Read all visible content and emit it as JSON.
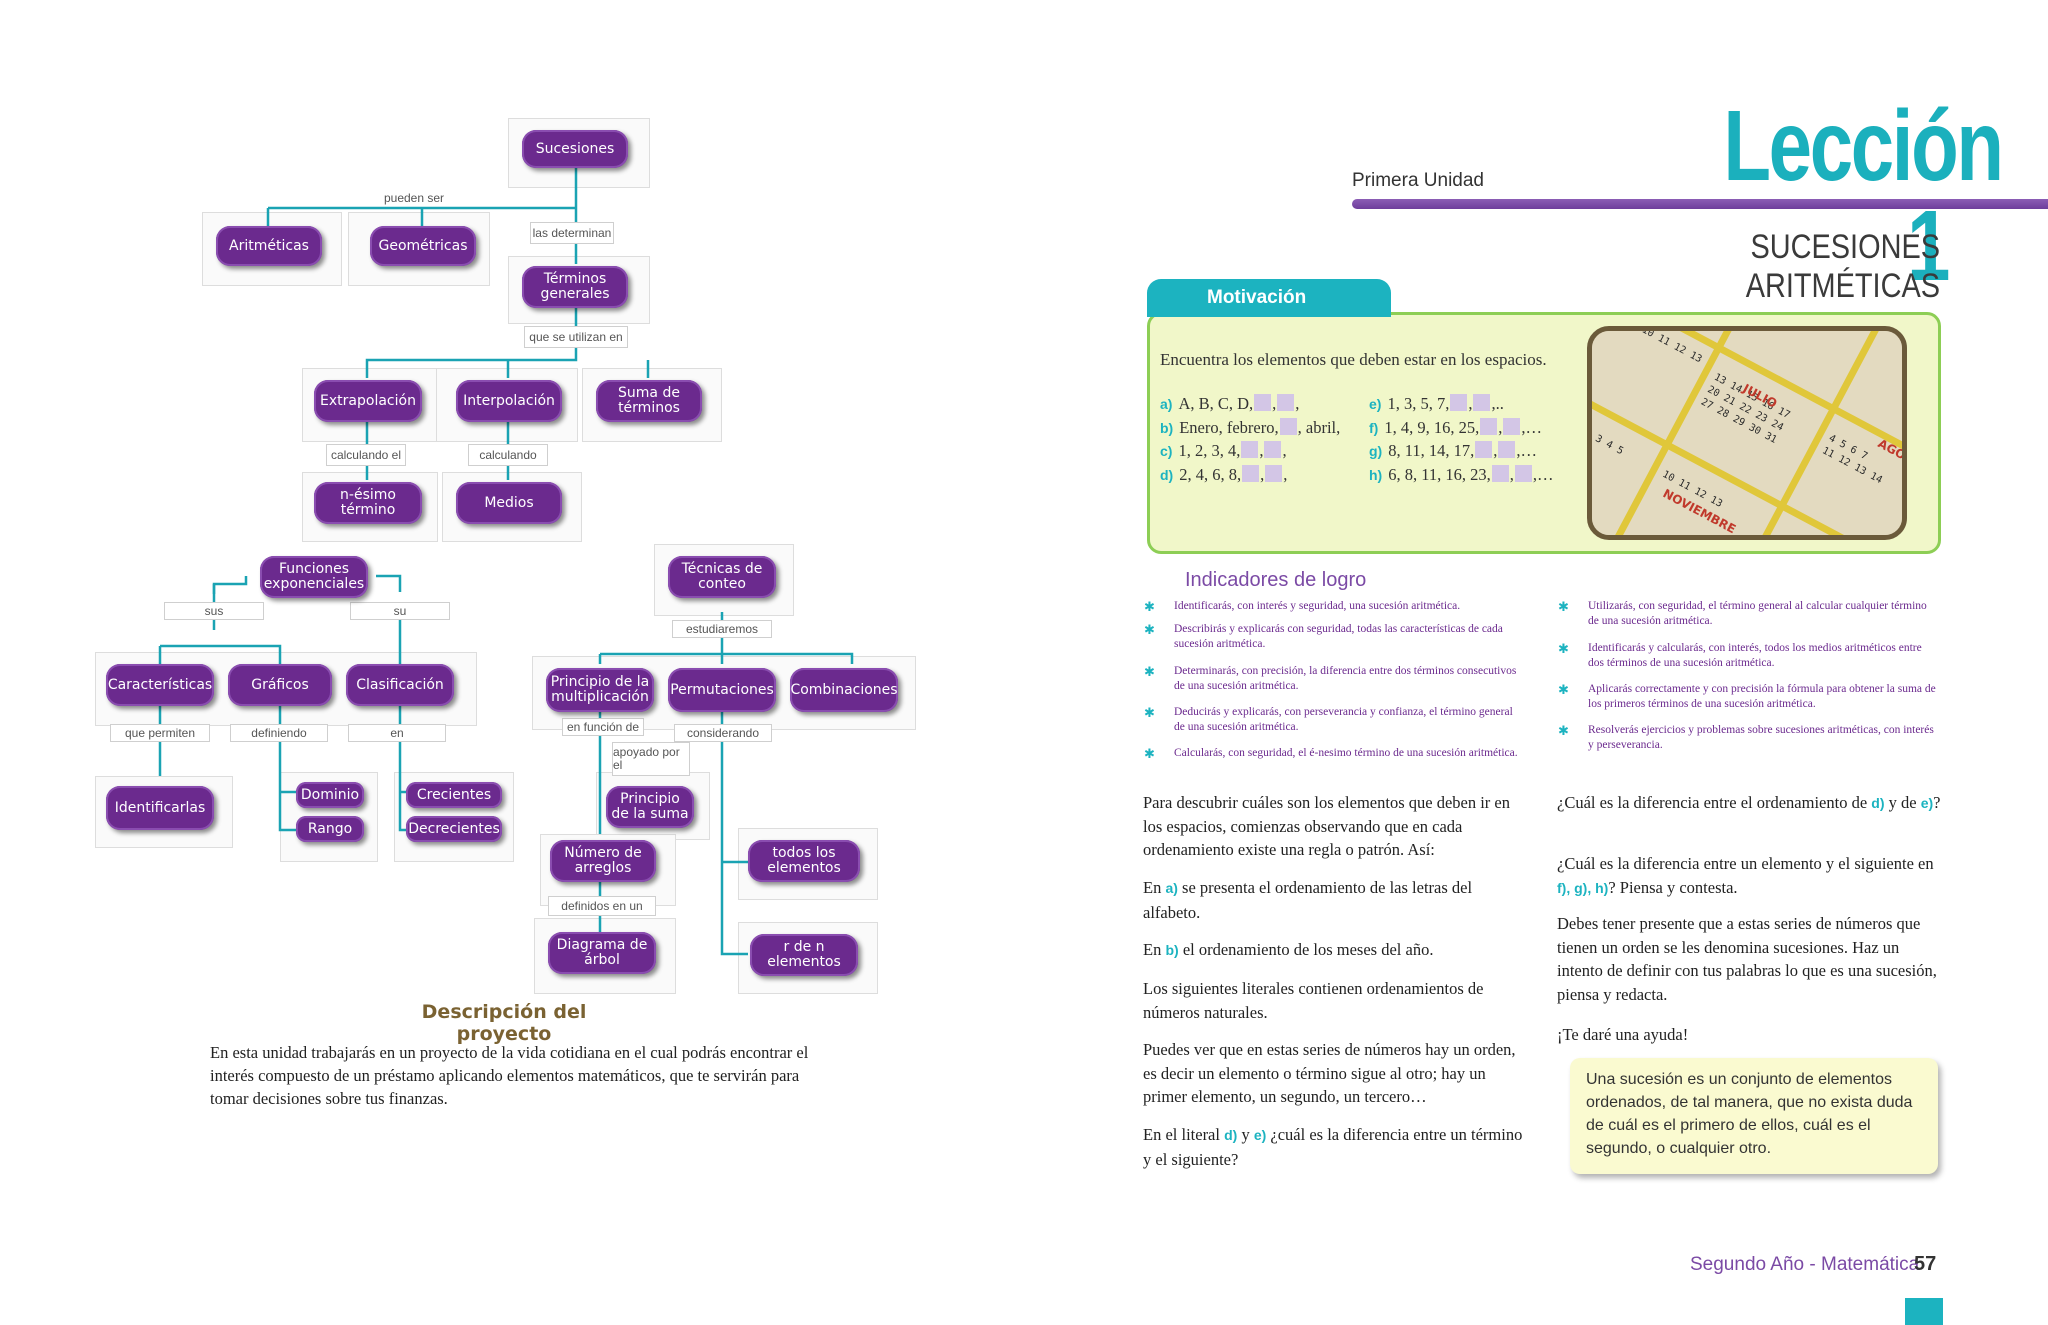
{
  "concept_map": {
    "nodes": {
      "sucesiones": "Sucesiones",
      "aritmeticas": "Aritméticas",
      "geometricas": "Geométricas",
      "terminos_generales": "Términos generales",
      "extrapolacion": "Extrapolación",
      "interpolacion": "Interpolación",
      "suma_terminos": "Suma de términos",
      "nesimo": "n-ésimo término",
      "medios": "Medios",
      "funciones": "Funciones exponenciales",
      "tecnicas": "Técnicas de conteo",
      "caracteristicas": "Características",
      "graficos": "Gráficos",
      "clasificacion": "Clasificación",
      "identificarlas": "Identificarlas",
      "dominio": "Dominio",
      "rango": "Rango",
      "crecientes": "Crecientes",
      "decrecientes": "Decrecientes",
      "principio_mult": "Principio de la multiplicación",
      "permutaciones": "Permutaciones",
      "combinaciones": "Combinaciones",
      "principio_suma": "Principio de la suma",
      "numero_arreglos": "Número de arreglos",
      "diagrama_arbol": "Diagrama de árbol",
      "todos_elementos": "todos los elementos",
      "r_de_n": "r de n elementos"
    },
    "connectors": {
      "pueden_ser": "pueden ser",
      "las_determinan": "las determinan",
      "que_se_utilizan": "que se utilizan en",
      "calculando_el": "calculando el",
      "calculando": "calculando",
      "sus": "sus",
      "su": "su",
      "estudiaremos": "estudiaremos",
      "que_permiten": "que permiten",
      "definiendo": "definiendo",
      "en": "en",
      "en_funcion": "en función de",
      "considerando": "considerando",
      "apoyado": "apoyado por el",
      "definidos": "definidos en un"
    }
  },
  "project": {
    "title": "Descripción del proyecto",
    "text": "En esta unidad trabajarás en un proyecto de la vida cotidiana en el cual podrás encontrar el interés compuesto de un préstamo aplicando elementos matemáticos, que te servirán para tomar decisiones sobre tus finanzas."
  },
  "header": {
    "unit": "Primera Unidad",
    "lesson": "Lección 1",
    "subtitle": "SUCESIONES ARITMÉTICAS"
  },
  "motivacion": {
    "tab": "Motivación",
    "intro": "Encuentra los elementos que deben estar en los espacios.",
    "items": [
      {
        "letter": "a)",
        "text": "A, B, C, D,",
        "blanks": 2,
        "tail": ","
      },
      {
        "letter": "b)",
        "text": "Enero, febrero,",
        "blanks": 1,
        "tail": ", abril,"
      },
      {
        "letter": "c)",
        "text": "1, 2, 3, 4,",
        "blanks": 2,
        "tail": ","
      },
      {
        "letter": "d)",
        "text": "2, 4, 6, 8,",
        "blanks": 2,
        "tail": ","
      },
      {
        "letter": "e)",
        "text": "1, 3, 5, 7,",
        "blanks": 2,
        "tail": ",.."
      },
      {
        "letter": "f)",
        "text": "1, 4, 9, 16, 25,",
        "blanks": 2,
        "tail": ",…"
      },
      {
        "letter": "g)",
        "text": "8, 11, 14, 17,",
        "blanks": 2,
        "tail": ",…"
      },
      {
        "letter": "h)",
        "text": "6, 8, 11, 16, 23,",
        "blanks": 2,
        "tail": ",…"
      }
    ],
    "photo_words": [
      "JULIO",
      "NOVIEMBRE",
      "AGO"
    ]
  },
  "indicadores": {
    "title": "Indicadores de logro",
    "left": [
      "Identificarás, con interés y seguridad, una sucesión aritmética.",
      "Describirás y explicarás con seguridad, todas las características de cada sucesión aritmética.",
      "Determinarás, con precisión, la diferencia entre dos términos consecutivos de una sucesión aritmética.",
      "Deducirás y explicarás, con perseverancia y confianza, el término general de una sucesión aritmética.",
      "Calcularás, con seguridad, el é-nesimo término de una sucesión aritmética."
    ],
    "right": [
      "Utilizarás, con seguridad, el término general al calcular cualquier término de una sucesión aritmética.",
      "Identificarás y calcularás, con interés, todos los medios aritméticos entre dos términos de una sucesión aritmética.",
      "Aplicarás correctamente y con precisión la fórmula para obtener la suma de los primeros términos de una sucesión aritmética.",
      "Resolverás ejercicios y problemas sobre sucesiones aritméticas, con interés y perseverancia."
    ]
  },
  "body_left": {
    "p1": "Para descubrir cuáles son los elementos que deben ir en los espacios, comienzas observando que en cada ordenamiento existe una regla o patrón. Así:",
    "p2_pre": "En",
    "p2_k": "a)",
    "p2_post": "se presenta el ordenamiento de las letras del alfabeto.",
    "p3_pre": "En",
    "p3_k": "b)",
    "p3_post": "el ordenamiento de los meses del año.",
    "p4": "Los siguientes literales contienen ordenamientos de números naturales.",
    "p5": "Puedes ver que en estas series de números hay un orden, es decir un elemento o término sigue al otro; hay un primer elemento, un segundo, un tercero…",
    "p6_pre": "En el literal",
    "p6_k1": "d)",
    "p6_mid": "y",
    "p6_k2": "e)",
    "p6_post": "¿cuál es la diferencia entre un término y el siguiente?"
  },
  "body_right": {
    "q1_pre": "¿Cuál es la diferencia entre el ordenamiento de",
    "q1_k1": "d)",
    "q1_mid": "y de",
    "q1_k2": "e)",
    "q1_post": "?",
    "q2_pre": "¿Cuál es la diferencia entre un elemento y el siguiente en",
    "q2_k": "f), g), h)",
    "q2_post": "? Piensa y contesta.",
    "p3": "Debes tener presente que a estas series de números que tienen un orden se les denomina sucesiones. Haz un intento de definir con tus palabras lo que es una sucesión, piensa y redacta.",
    "p4": "¡Te daré una ayuda!",
    "help": "Una sucesión es un conjunto de elementos ordenados, de tal manera, que no exista duda de cuál es el primero de ellos, cuál es el segundo, o cualquier otro."
  },
  "footer": {
    "text": "Segundo Año - Matemática",
    "page": "57"
  },
  "colors": {
    "node_purple": "#6b2a8e",
    "line_teal": "#1aa3b3",
    "accent_teal": "#1cb3c0",
    "accent_purple": "#7b4aa5",
    "motiv_bg": "#f1f7c9"
  }
}
